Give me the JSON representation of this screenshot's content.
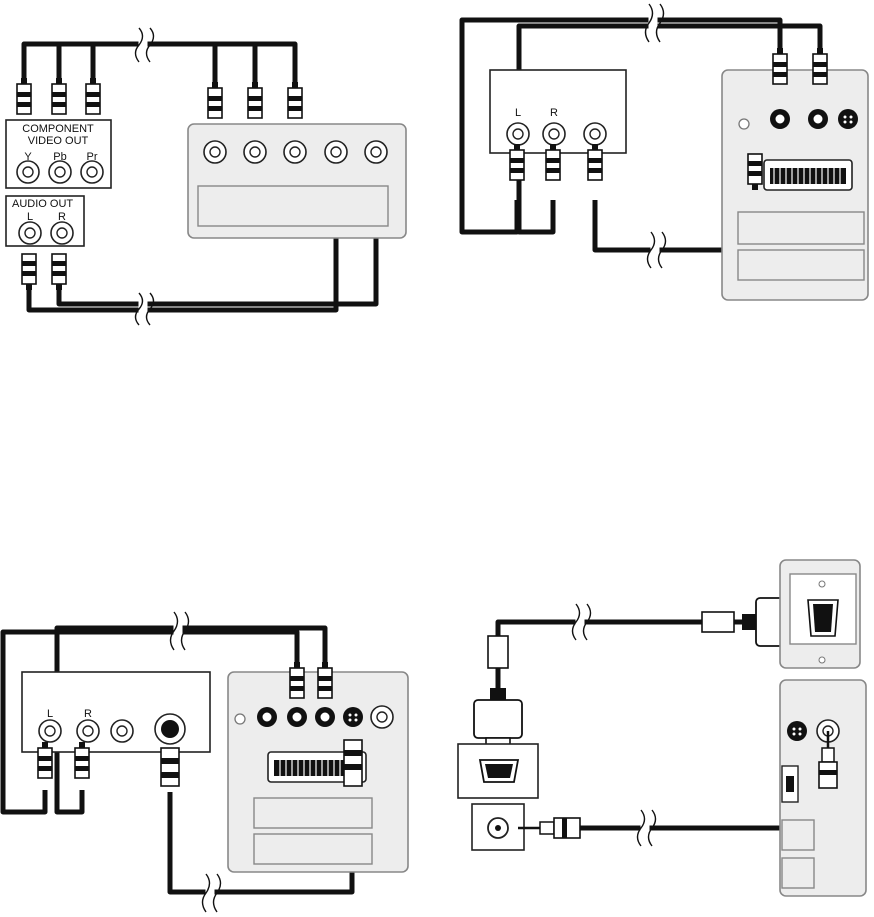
{
  "diagram_1": {
    "component_video_out_title": "COMPONENT VIDEO OUT",
    "component_jacks": [
      "Y",
      "Pb",
      "Pr"
    ],
    "audio_out_title": "AUDIO OUT",
    "audio_jacks": [
      "L",
      "R"
    ]
  },
  "diagram_2": {
    "audio_jacks": [
      "L",
      "R"
    ]
  },
  "diagram_3": {
    "audio_jacks": [
      "L",
      "R"
    ]
  },
  "colors": {
    "line": "#111111",
    "panel_gray": "#ededed",
    "panel_border": "#888888"
  }
}
